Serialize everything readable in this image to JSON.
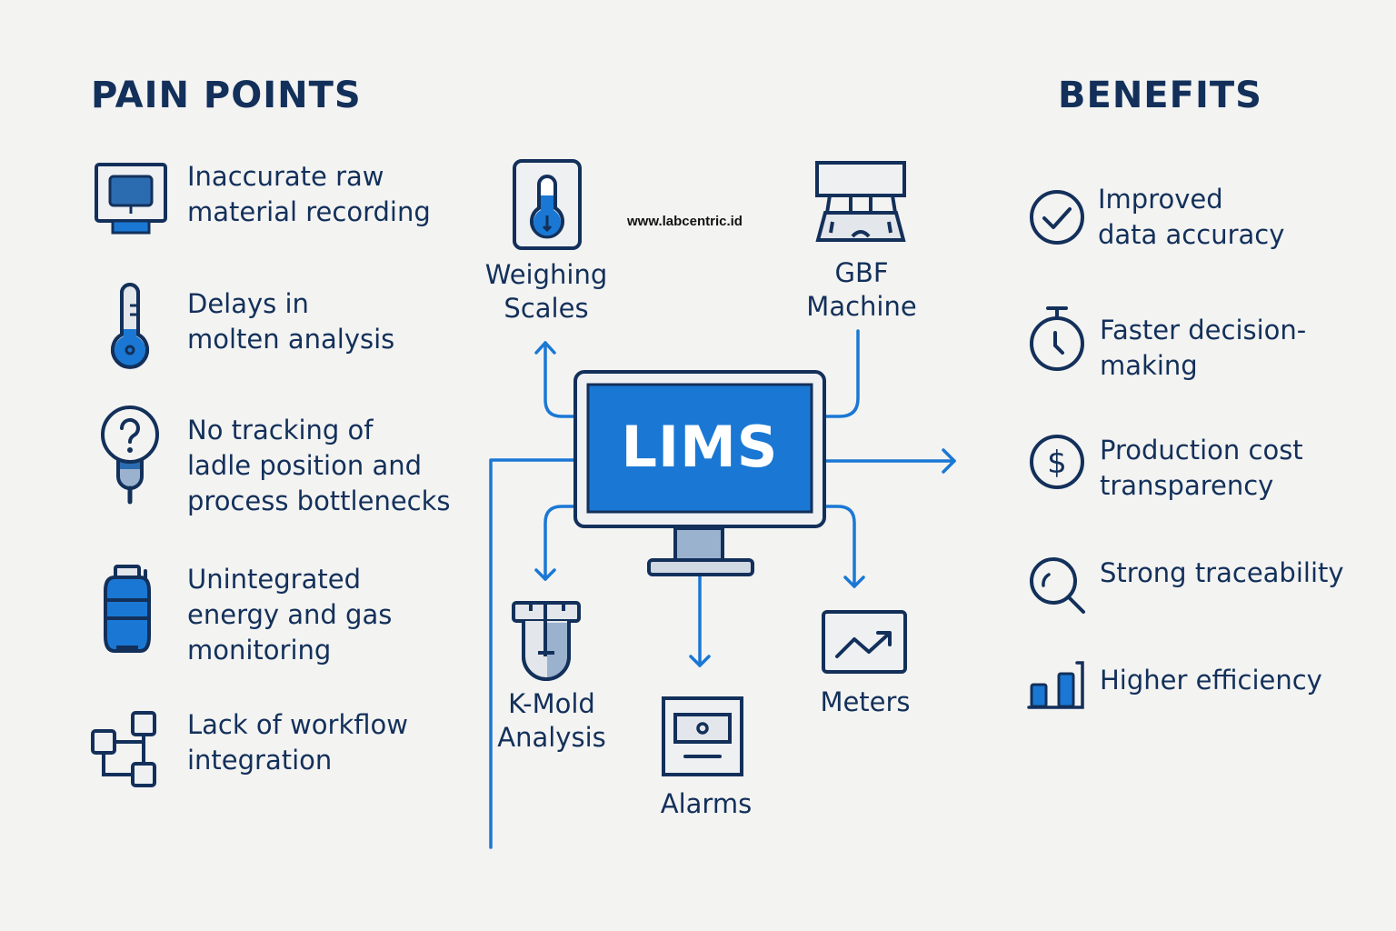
{
  "colors": {
    "navy": "#13305a",
    "accent_blue": "#1a78d4",
    "background": "#f3f3f2",
    "light_fill": "#e3e6ea"
  },
  "pain_points": {
    "title": "PAIN POINTS",
    "items": [
      {
        "icon": "monitor-icon",
        "text": "Inaccurate raw\nmaterial recording"
      },
      {
        "icon": "thermometer-icon",
        "text": "Delays in\nmolten analysis"
      },
      {
        "icon": "question-ladle-icon",
        "text": "No tracking of\nladle position and\nprocess bottlenecks"
      },
      {
        "icon": "gas-cylinder-icon",
        "text": "Unintegrated\nenergy and gas\nmonitoring"
      },
      {
        "icon": "workflow-icon",
        "text": "Lack of workflow\nintegration"
      }
    ]
  },
  "center": {
    "watermark": "www.labcentric.id",
    "hub_label": "LIMS",
    "nodes": [
      {
        "icon": "thermometer-device-icon",
        "label": "Weighing\nScales"
      },
      {
        "icon": "machine-icon",
        "label": "GBF\nMachine"
      },
      {
        "icon": "test-tube-icon",
        "label": "K-Mold\nAnalysis"
      },
      {
        "icon": "alarm-panel-icon",
        "label": "Alarms"
      },
      {
        "icon": "trend-chart-icon",
        "label": "Meters"
      }
    ]
  },
  "benefits": {
    "title": "BENEFITS",
    "items": [
      {
        "icon": "check-circle-icon",
        "text": "Improved\ndata accuracy"
      },
      {
        "icon": "stopwatch-icon",
        "text": "Faster decision-\nmaking"
      },
      {
        "icon": "dollar-circle-icon",
        "text": "Production cost\ntransparency"
      },
      {
        "icon": "magnifier-icon",
        "text": "Strong traceability"
      },
      {
        "icon": "bar-chart-icon",
        "text": "Higher efficiency"
      }
    ]
  }
}
